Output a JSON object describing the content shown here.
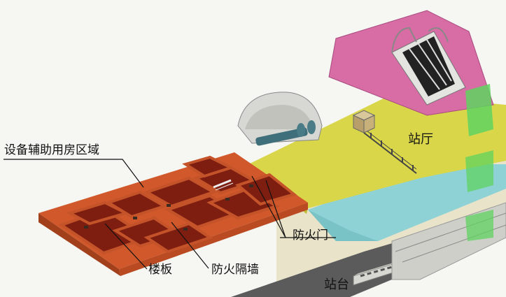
{
  "labels": {
    "equipment_area": "设备辅助用房区域",
    "concourse": "站厅",
    "fire_door": "防火门",
    "floor_slab": "楼板",
    "fire_wall": "防火隔墙",
    "platform": "站台"
  },
  "colors": {
    "concourse_floor": "#d9d64a",
    "platform_floor": "#8ed2d6",
    "equipment_floor": "#d0582a",
    "room_interior": "#7d1e10",
    "roof_slab": "#d86ca4",
    "stair_shaft": "#5fd35f",
    "background": "#f6f6f2"
  }
}
